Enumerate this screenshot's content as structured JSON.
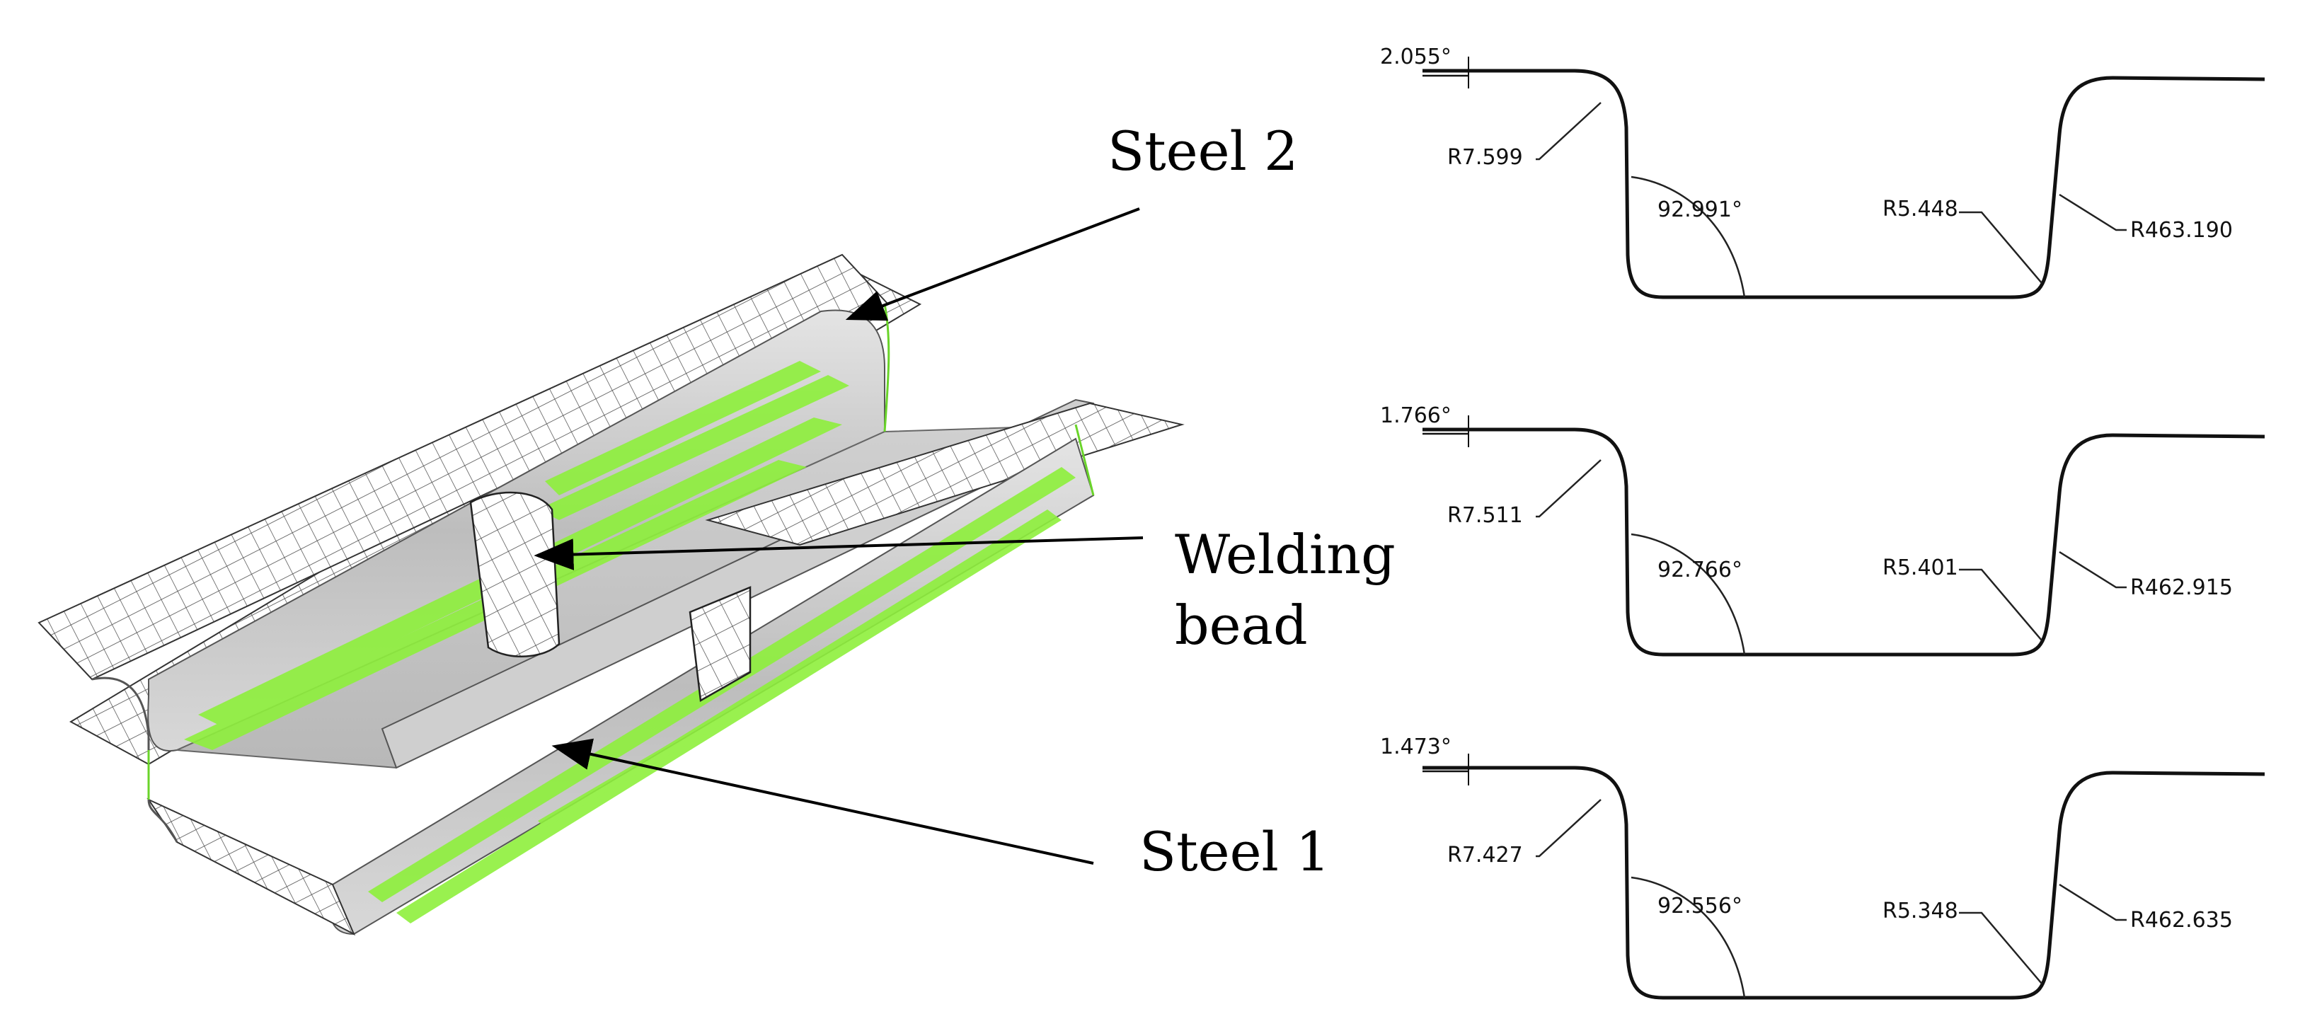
{
  "labels": {
    "steel2": "Steel 2",
    "welding_line1": "Welding",
    "welding_line2": "bead",
    "steel1": "Steel 1"
  },
  "colors": {
    "mesh_fill": "#ffffff",
    "surface_gray": "#c4c4c4",
    "highlight_green": "#8ef03c",
    "line": "#111111"
  },
  "profiles": [
    {
      "angle_left": "2.055°",
      "radius_left": "R7.599",
      "angle_bottom": "92.991°",
      "radius_bottom": "R5.448",
      "radius_right": "R463.190"
    },
    {
      "angle_left": "1.766°",
      "radius_left": "R7.511",
      "angle_bottom": "92.766°",
      "radius_bottom": "R5.401",
      "radius_right": "R462.915"
    },
    {
      "angle_left": "1.473°",
      "radius_left": "R7.427",
      "angle_bottom": "92.556°",
      "radius_bottom": "R5.348",
      "radius_right": "R462.635"
    }
  ]
}
